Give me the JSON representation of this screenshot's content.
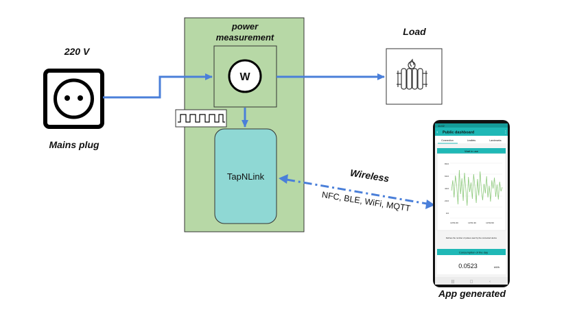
{
  "labels": {
    "voltage": "220 V",
    "mains_plug": "Mains plug",
    "power_measurement_line1": "power",
    "power_measurement_line2": "measurement",
    "meter_symbol": "W",
    "load": "Load",
    "tapnlink": "TapNLink",
    "wireless": "Wireless",
    "protocols": "NFC, BLE, WiFi, MQTT",
    "app_generated": "App generated"
  },
  "phone": {
    "status_time": "11:02",
    "header_title": "Public dashboard",
    "tabs": [
      "Connection",
      "Leaflets",
      "Landmarks"
    ],
    "card1_title": "Watt in use",
    "y_ticks": [
      "80.0",
      "60.0",
      "40.0",
      "20.0",
      "0.0"
    ],
    "x_ticks": [
      "13:51:00",
      "13:51:30",
      "13:52:00"
    ],
    "desc_text": "Defines the number of pulses used by the connected device",
    "card2_title": "Consumption of the day",
    "value": "0.0523",
    "unit": "kWh",
    "series_samples": [
      40,
      55,
      30,
      62,
      48,
      20,
      70,
      35,
      58,
      25,
      66,
      42,
      18,
      60,
      38,
      52,
      28,
      64,
      45,
      22,
      57,
      33,
      68,
      40,
      26,
      50,
      36,
      61,
      30,
      47,
      24,
      55,
      43,
      59,
      31,
      49,
      27,
      53,
      39,
      45
    ]
  },
  "colors": {
    "flow_arrow": "#4a7fd9",
    "enclosure_fill": "#b7d8a6",
    "tapnlink_fill": "#8fd8d4",
    "phone_accent": "#1fb8b6",
    "chart_line": "#8cc97b"
  },
  "icons": {
    "socket": "power-socket-icon",
    "heater": "radiator-heater-icon",
    "pulse": "square-wave-pulse-icon"
  }
}
